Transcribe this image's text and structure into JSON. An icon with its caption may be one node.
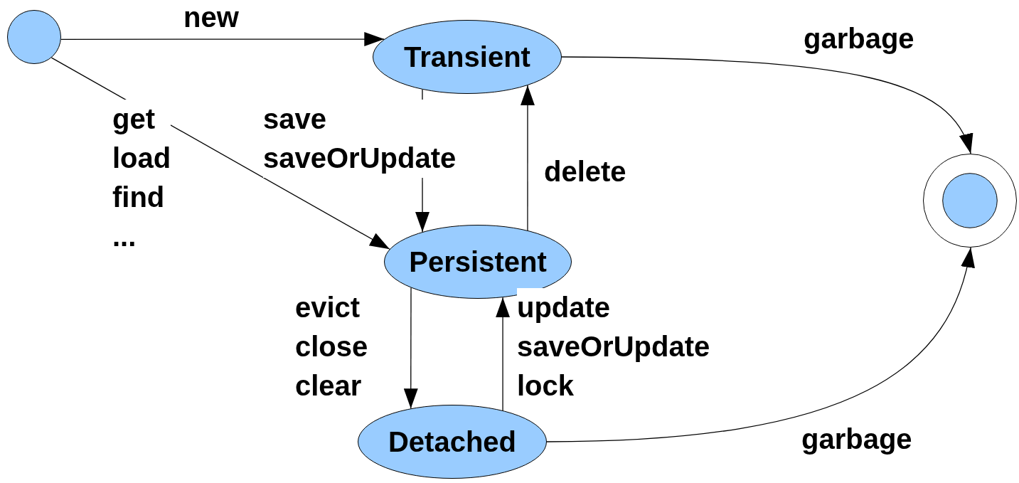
{
  "diagram": {
    "nodes": [
      {
        "text": [],
        "shape": "circle"
      },
      {
        "text": [
          "Transient"
        ]
      },
      {
        "text": [
          "Persistent"
        ]
      },
      {
        "text": [
          "Detached"
        ]
      },
      {
        "text": [],
        "shape": "circle"
      }
    ],
    "edges": [
      {
        "from": 0,
        "to": 1,
        "arrow": "to",
        "label": "new"
      },
      {
        "from": 0,
        "to": 2,
        "arrow": "to",
        "label": "get load find ..."
      },
      {
        "from": 1,
        "to": 2,
        "arrow": "to",
        "label": "save saveOrUpdate"
      },
      {
        "from": 2,
        "to": 1,
        "arrow": "to",
        "label": "delete"
      },
      {
        "from": 2,
        "to": 3,
        "arrow": "to",
        "label": "evict close clear"
      },
      {
        "from": 3,
        "to": 2,
        "arrow": "to",
        "label": "update saveOrUpdate lock"
      },
      {
        "from": 1,
        "to": 4,
        "arrow": "to",
        "label": "garbage"
      },
      {
        "from": 3,
        "to": 4,
        "arrow": "to",
        "label": "garbage"
      }
    ]
  }
}
